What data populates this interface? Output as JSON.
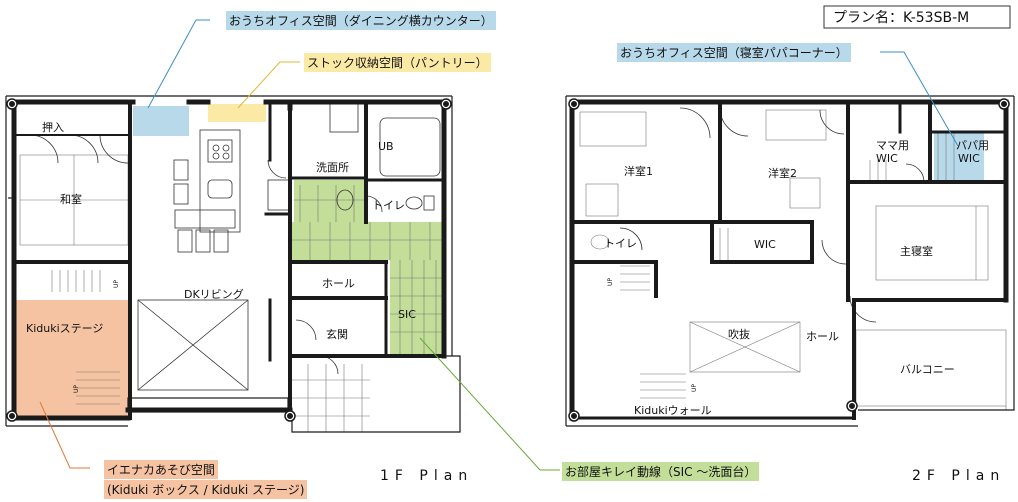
{
  "plan_name": "プラン名：K-53SB-M",
  "floor1": {
    "title": "1F Plan",
    "rooms": {
      "oshiire": "押入",
      "washitsu": "和室",
      "dk": "DKリビング",
      "kiduki_stage": "Kidukiステージ",
      "senmenjo": "洗面所",
      "ub": "UB",
      "toilet": "トイレ",
      "hall": "ホール",
      "sic": "SIC",
      "genkan": "玄関"
    }
  },
  "floor2": {
    "title": "2F Plan",
    "rooms": {
      "yoshitsu1": "洋室1",
      "yoshitsu2": "洋室2",
      "toilet": "トイレ",
      "wic": "WIC",
      "mama_wic_1": "ママ用",
      "mama_wic_2": "WIC",
      "papa_wic_1": "パパ用",
      "papa_wic_2": "WIC",
      "shushinshitsu": "主寝室",
      "fukinuke": "吹抜",
      "hall": "ホール",
      "balcony": "バルコニー",
      "kiduki_wall": "Kidukiウォール"
    }
  },
  "callouts": {
    "office_dining": "おうちオフィス空間（ダイニング横カウンター）",
    "stock_pantry": "ストック収納空間（パントリー）",
    "office_bedroom": "おうちオフィス空間（寝室パパコーナー）",
    "play_space_1": "イエナカあそび空間",
    "play_space_2": "(Kiduki ボックス / Kiduki ステージ)",
    "clean_route": "お部屋キレイ動線（SIC ～洗面台）"
  },
  "colors": {
    "blue_fill": "#b7d9ea",
    "yellow_fill": "#fbeaa6",
    "green_fill": "#c2de98",
    "orange_fill": "#f6c3a2",
    "blue_line": "#3a8fc4",
    "yellow_line": "#e0b63a",
    "green_line": "#6aa83a",
    "orange_line": "#e07a3a",
    "wall": "#1a1a1a"
  },
  "stair_mark": "UP"
}
